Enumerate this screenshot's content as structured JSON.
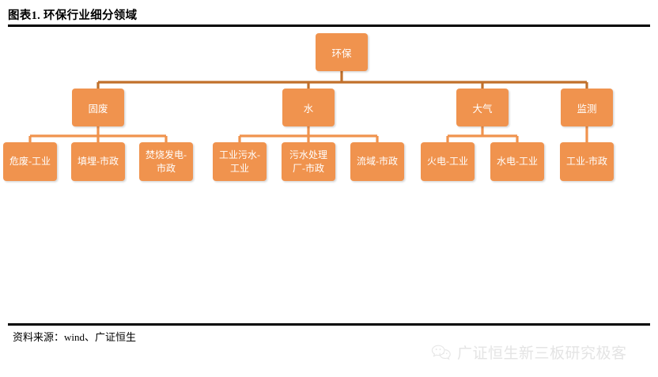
{
  "header": {
    "title": "图表1. 环保行业细分领域"
  },
  "footer": {
    "source": "资料来源：wind、广证恒生"
  },
  "watermark": {
    "icon": "wechat-icon",
    "text": "广证恒生新三板研究极客",
    "color": "#e2e2e2"
  },
  "colors": {
    "node_fill": "#F0934E",
    "node_text": "#FFFFFF",
    "connector_dark": "#C1702B",
    "connector_light": "#F0934E",
    "rule": "#000000",
    "background": "#FFFFFF"
  },
  "chart_data": {
    "type": "diagram",
    "diagram_type": "org-tree",
    "title": "图表1. 环保行业细分领域",
    "orientation": "top-down",
    "root": {
      "label": "环保",
      "children": [
        {
          "label": "固废",
          "children": [
            {
              "label": "危废-工业"
            },
            {
              "label": "填埋-市政"
            },
            {
              "label": "焚烧发电-市政"
            }
          ]
        },
        {
          "label": "水",
          "children": [
            {
              "label": "工业污水-工业"
            },
            {
              "label": "污水处理厂-市政"
            },
            {
              "label": "流域-市政"
            }
          ]
        },
        {
          "label": "大气",
          "children": [
            {
              "label": "火电-工业"
            },
            {
              "label": "水电-工业"
            }
          ]
        },
        {
          "label": "监测",
          "children": [
            {
              "label": "工业-市政"
            }
          ]
        }
      ]
    }
  },
  "tree": {
    "root": {
      "label": "环保"
    },
    "branches": [
      {
        "label": "固废"
      },
      {
        "label": "水"
      },
      {
        "label": "大气"
      },
      {
        "label": "监测"
      }
    ],
    "leaves": [
      {
        "label": "危废-工业"
      },
      {
        "label": "填埋-市政"
      },
      {
        "label": "焚烧发电-市政"
      },
      {
        "label": "工业污水-工业"
      },
      {
        "label": "污水处理厂-市政"
      },
      {
        "label": "流域-市政"
      },
      {
        "label": "火电-工业"
      },
      {
        "label": "水电-工业"
      },
      {
        "label": "工业-市政"
      }
    ]
  }
}
